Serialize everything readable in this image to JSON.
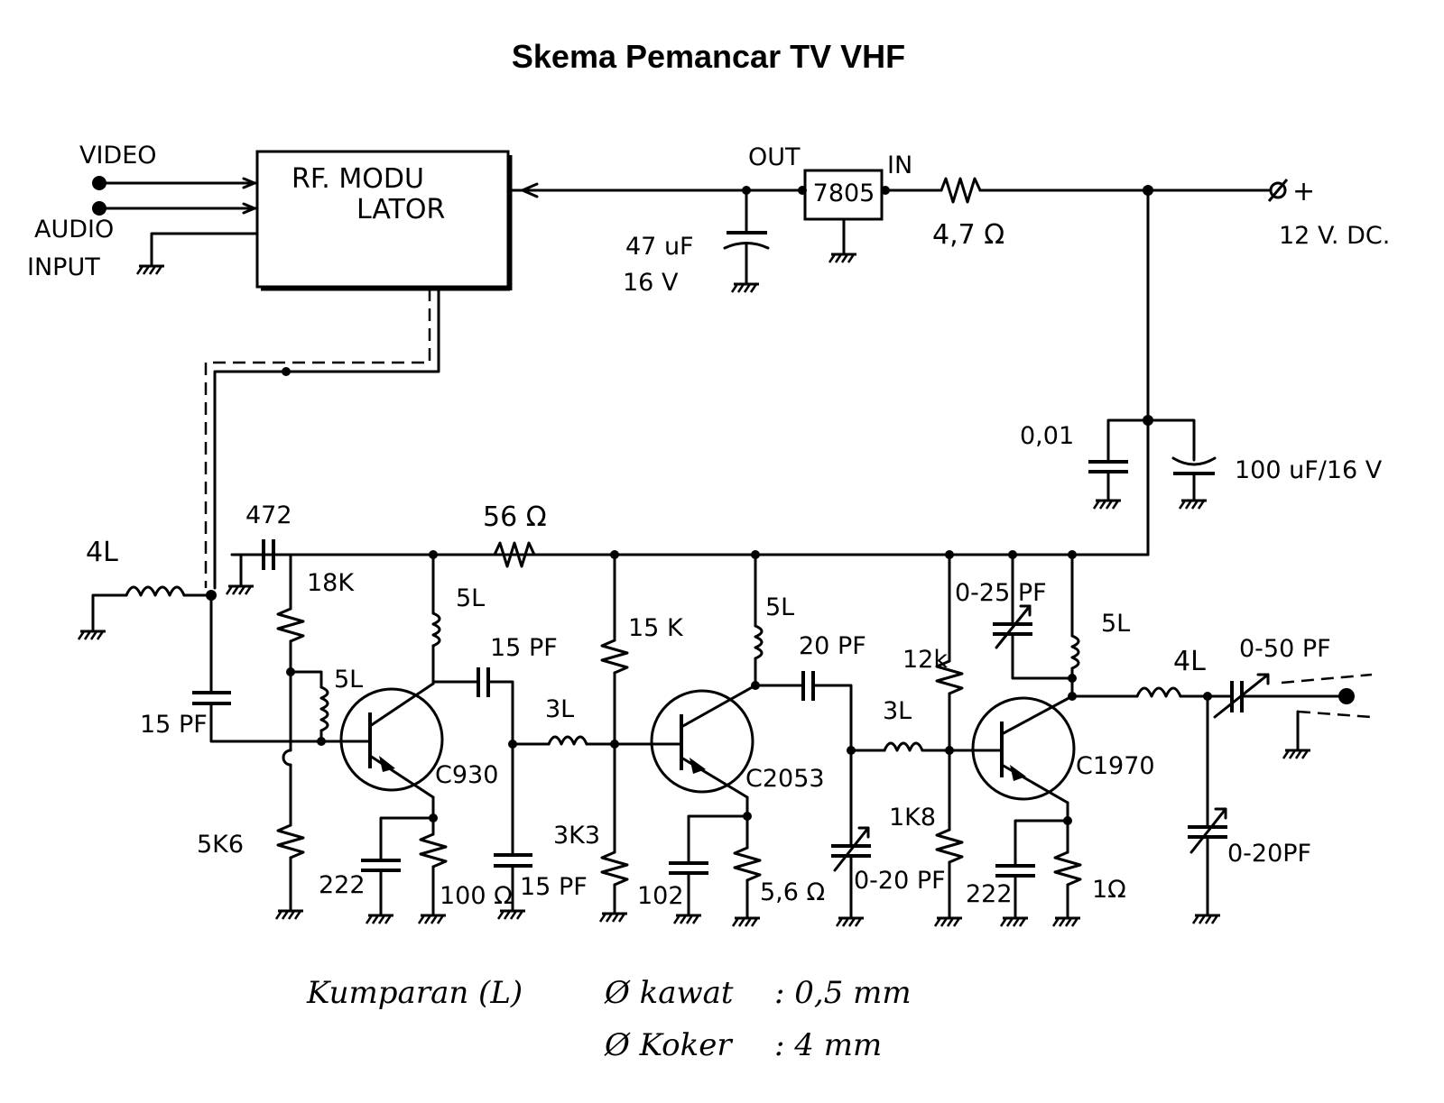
{
  "title": "Skema Pemancar TV VHF",
  "inputs": {
    "video": "VIDEO",
    "audio": "AUDIO",
    "input": "INPUT"
  },
  "rf_modulator": {
    "line1": "RF. MODU",
    "line2": "LATOR"
  },
  "regulator": {
    "name": "7805",
    "out": "OUT",
    "in": "IN"
  },
  "supply": {
    "plus": "+",
    "voltage": "12 V. DC."
  },
  "labels": {
    "c_reg_value": "47 uF",
    "c_reg_volt": "16 V",
    "r_supply": "4,7 Ω",
    "c_bypass": "0,01",
    "c_bulk": "100 uF/16 V",
    "l_ant_in": "4L",
    "c_coupling_in": "15 PF",
    "c_472": "472",
    "r_18k": "18K",
    "l_5l_a": "5L",
    "r_5k6": "5K6",
    "c_222_a": "222",
    "r_100": "100 Ω",
    "q1": "C930",
    "l_5l_b": "5L",
    "c_15pf_a": "15 PF",
    "c_15pf_b": "15 PF",
    "r_56": "56 Ω",
    "l_3l_a": "3L",
    "r_15k": "15 K",
    "r_3k3": "3K3",
    "l_5l_c": "5L",
    "c_20pf": "20 PF",
    "q2": "C2053",
    "c_102": "102",
    "r_5_6": "5,6 Ω",
    "c_trim_a": "0-20 PF",
    "l_3l_b": "3L",
    "r_12k": "12k",
    "r_1k8": "1K8",
    "c_trim_b": "0-25 PF",
    "l_5l_d": "5L",
    "q3": "C1970",
    "c_222_b": "222",
    "r_1": "1Ω",
    "l_4l_out": "4L",
    "c_trim_c": "0-50 PF",
    "c_trim_d": "0-20PF"
  },
  "notes": {
    "coil": "Kumparan (L)",
    "wire_label": "Ø kawat",
    "wire_value": ": 0,5 mm",
    "core_label": "Ø Koker",
    "core_value": ": 4 mm"
  }
}
